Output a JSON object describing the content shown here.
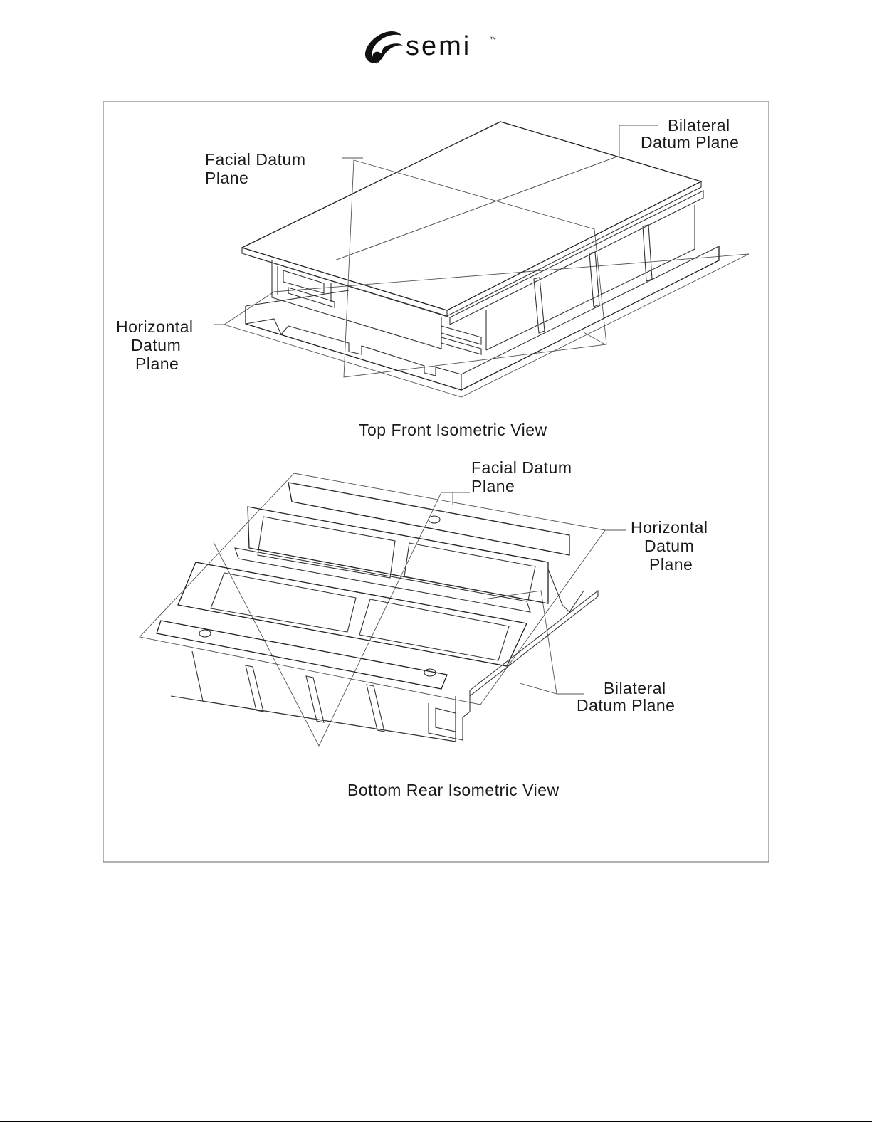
{
  "logo": {
    "text": "semi",
    "tm": "™"
  },
  "top_view": {
    "caption": "Top Front Isometric View",
    "labels": {
      "bilateral_line1": "Bilateral",
      "bilateral_line2": "Datum Plane",
      "facial_line1": "Facial Datum",
      "facial_line2": "Plane",
      "horizontal_line1": "Horizontal",
      "horizontal_line2": "Datum",
      "horizontal_line3": "Plane"
    }
  },
  "bottom_view": {
    "caption": "Bottom Rear Isometric View",
    "labels": {
      "facial_line1": "Facial Datum",
      "facial_line2": "Plane",
      "horizontal_line1": "Horizontal",
      "horizontal_line2": "Datum",
      "horizontal_line3": "Plane",
      "bilateral_line1": "Bilateral",
      "bilateral_line2": "Datum Plane"
    }
  }
}
